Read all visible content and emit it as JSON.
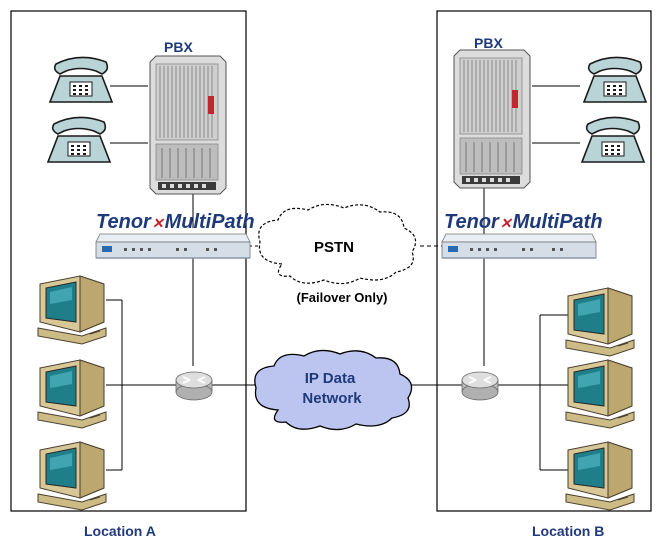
{
  "locations": {
    "a": {
      "label": "Location A",
      "pbx_label": "PBX",
      "device_brand": "Tenor",
      "device_model": "MultiPath"
    },
    "b": {
      "label": "Location B",
      "pbx_label": "PBX",
      "device_brand": "Tenor",
      "device_model": "MultiPath"
    }
  },
  "clouds": {
    "pstn": {
      "label": "PSTN",
      "note": "(Failover Only)"
    },
    "ip": {
      "line1": "IP Data",
      "line2": "Network"
    }
  },
  "icons": {
    "phone": "telephone-icon",
    "pbx": "pbx-cabinet-icon",
    "gateway": "multipath-gateway-icon",
    "router": "router-icon",
    "computer": "desktop-computer-icon"
  },
  "colors": {
    "label_navy": "#1f3a7a",
    "brand_red": "#c0262e",
    "ip_cloud_fill": "#bcc4f0",
    "pstn_cloud_fill": "#ffffff",
    "phone_fill": "#b9d4d6",
    "computer_beige": "#d8c898",
    "screen_teal": "#1e7e8a"
  }
}
